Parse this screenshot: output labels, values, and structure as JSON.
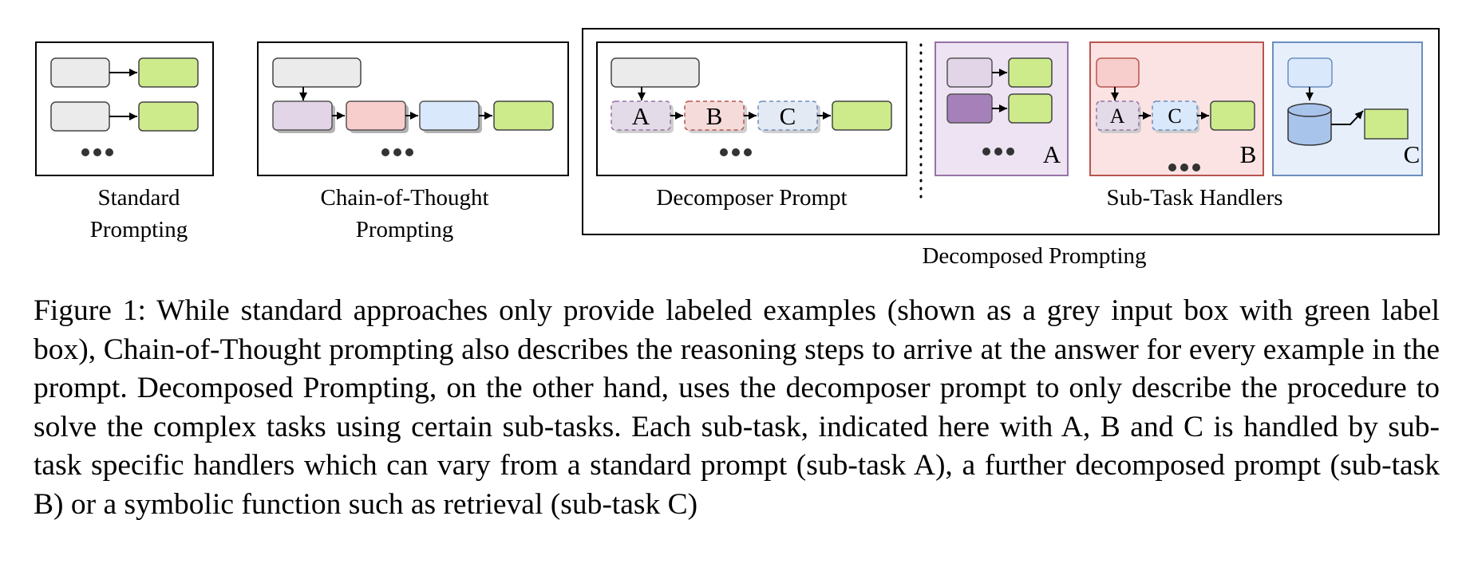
{
  "diagram": {
    "standard": {
      "label_line1": "Standard",
      "label_line2": "Prompting"
    },
    "cot": {
      "label_line1": "Chain-of-Thought",
      "label_line2": "Prompting"
    },
    "decomposed": {
      "decomposer_label": "Decomposer Prompt",
      "handlers_label": "Sub-Task Handlers",
      "title": "Decomposed Prompting",
      "subtask_letters": {
        "a": "A",
        "b": "B",
        "c": "C"
      },
      "panel_letters": {
        "a": "A",
        "b": "B",
        "c": "C"
      }
    }
  },
  "caption": {
    "text": "Figure 1: While standard approaches only provide labeled examples (shown as a grey input box with green label box), Chain-of-Thought prompting also describes the reasoning steps to arrive at the answer for every example in the prompt. Decomposed Prompting, on the other hand, uses the decomposer prompt to only describe the procedure to solve the complex tasks using certain sub-tasks. Each sub-task, indicated here with A, B and C is handled by sub-task specific handlers which can vary from a standard prompt (sub-task A), a further decomposed prompt (sub-task B) or a symbolic function such as retrieval (sub-task C)"
  },
  "colors": {
    "grey_input": "#ebebeb",
    "green_label": "#cdeb8b",
    "purple_step": "#e1d5e7",
    "red_step": "#f8cecc",
    "blue_step": "#dae8fc",
    "dark_purple": "#a680b8",
    "panel_a_bg": "#ede3f2",
    "panel_a_border": "#9673a6",
    "panel_b_bg": "#fae3e2",
    "panel_b_border": "#b85450",
    "panel_c_bg": "#e6effa",
    "panel_c_border": "#6c8ebf",
    "database": "#a9c4eb"
  }
}
